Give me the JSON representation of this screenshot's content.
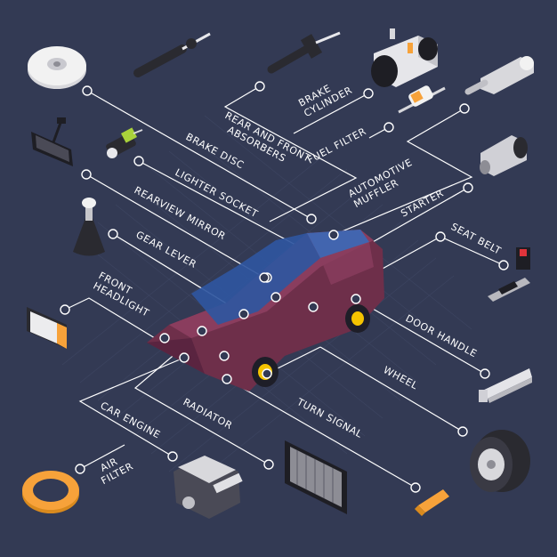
{
  "labels": {
    "brake_cylinder": [
      "BRAKE",
      "CYLINDER"
    ],
    "absorbers": [
      "REAR AND FRONT",
      "ABSORBERS"
    ],
    "fuel_filter": "FUEL FILTER",
    "brake_disc": "BRAKE DISC",
    "muffler": [
      "AUTOMOTIVE",
      "MUFFLER"
    ],
    "lighter_socket": "LIGHTER SOCKET",
    "starter": "STARTER",
    "rearview_mirror": "REARVIEW MIRROR",
    "seat_belt": "SEAT BELT",
    "gear_lever": "GEAR LEVER",
    "front_headlight": [
      "FRONT",
      "HEADLIGHT"
    ],
    "door_handle": "DOOR HANDLE",
    "wheel": "WHEEL",
    "car_engine": "CAR ENGINE",
    "radiator": "RADIATOR",
    "turn_signal": "TURN SIGNAL",
    "air_filter": [
      "AIR",
      "FILTER"
    ]
  },
  "icons": [
    "brake-disc-icon",
    "rear-absorber-icon",
    "front-absorber-icon",
    "brake-cylinder-icon",
    "fuel-filter-icon",
    "muffler-icon",
    "rearview-mirror-icon",
    "lighter-socket-icon",
    "starter-icon",
    "gear-lever-icon",
    "seat-belt-icon",
    "headlight-icon",
    "door-handle-icon",
    "wheel-icon",
    "air-filter-icon",
    "engine-icon",
    "radiator-icon",
    "turn-signal-icon",
    "car-icon"
  ],
  "colors": {
    "background": "#333a54",
    "car_body": "#6e2f4a",
    "car_glass": "#2f56a0",
    "accent_orange": "#f7a23a",
    "wheel_hub": "#f5c400"
  }
}
